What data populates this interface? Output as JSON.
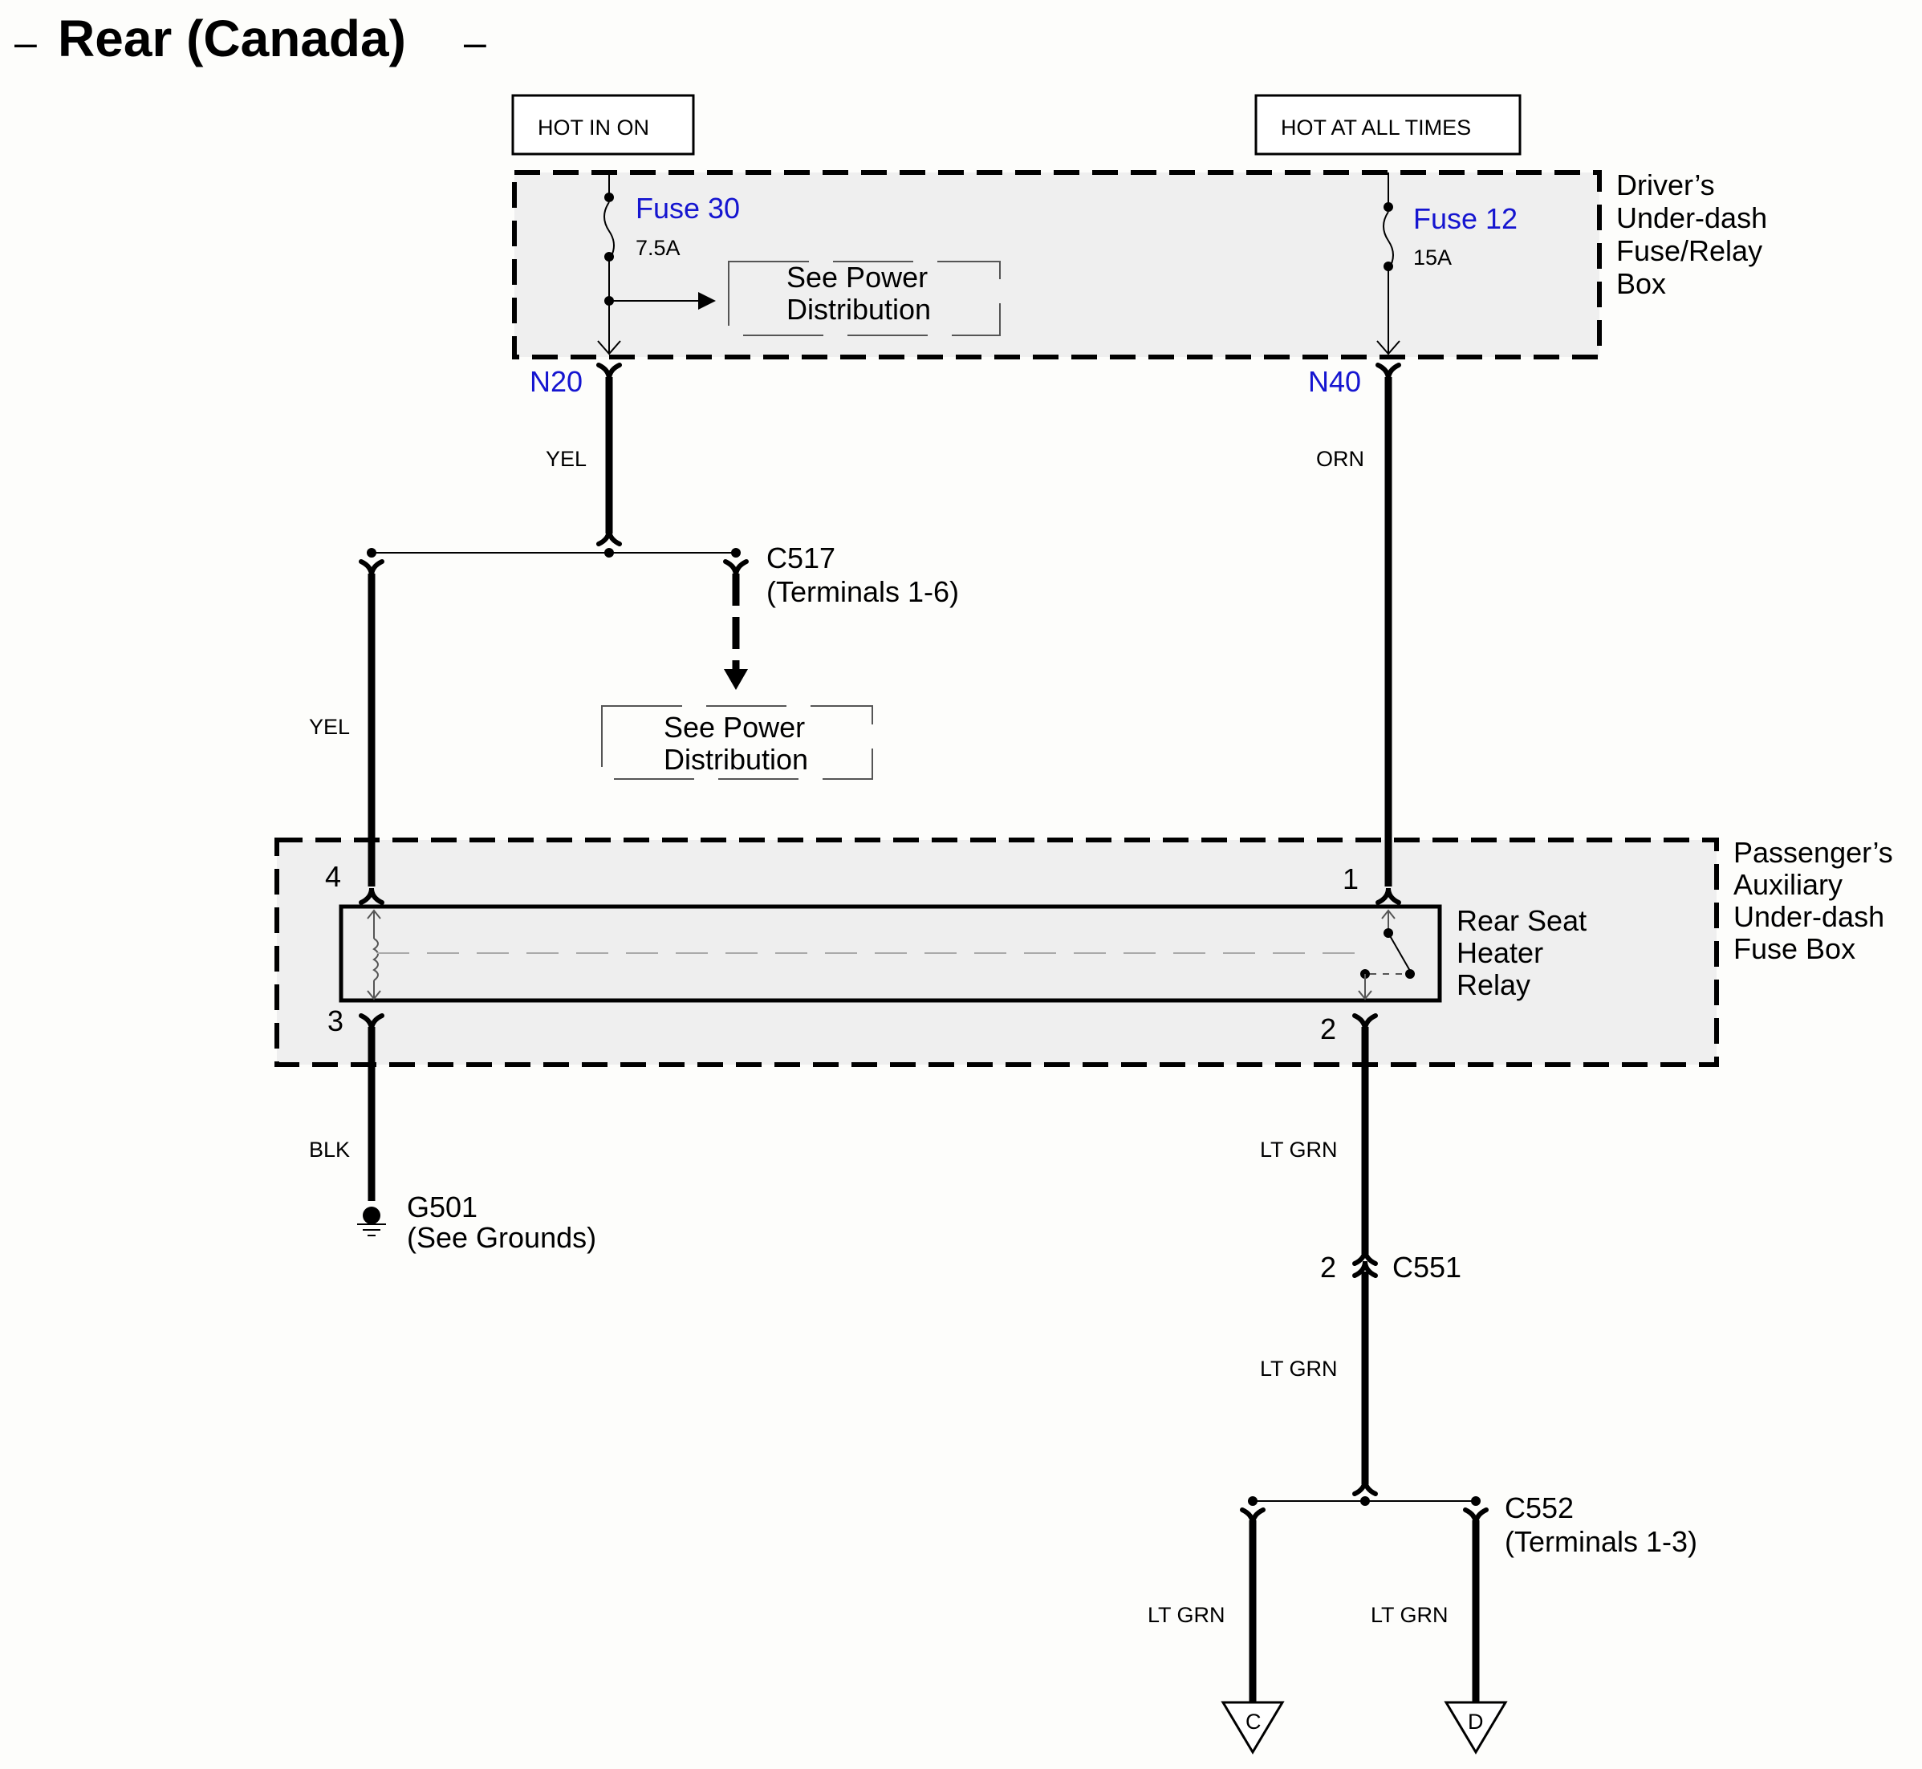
{
  "title": "Rear (Canada)",
  "title_dash_left": "–",
  "title_dash_right": "–",
  "power_sources": {
    "left": "HOT IN ON",
    "right": "HOT AT ALL TIMES"
  },
  "driver_box": {
    "label_lines": [
      "Driver’s",
      "Under-dash",
      "Fuse/Relay",
      "Box"
    ],
    "fuse_left": {
      "name": "Fuse 30",
      "rating": "7.5A"
    },
    "fuse_right": {
      "name": "Fuse 12",
      "rating": "15A"
    },
    "see_power_lines": [
      "See Power",
      "Distribution"
    ],
    "terminal_left": "N20",
    "terminal_right": "N40"
  },
  "wires": {
    "n20_color": "YEL",
    "n40_color": "ORN",
    "left_branch_color": "YEL",
    "ground_color": "BLK",
    "relay_out_color": "LT GRN",
    "c551_out_color": "LT GRN",
    "c552_left_color": "LT GRN",
    "c552_right_color": "LT GRN"
  },
  "c517": {
    "name": "C517",
    "terminals": "(Terminals 1-6)",
    "see_power_lines": [
      "See Power",
      "Distribution"
    ]
  },
  "passenger_box": {
    "label_lines": [
      "Passenger’s",
      "Auxiliary",
      "Under-dash",
      "Fuse Box"
    ],
    "relay_label_lines": [
      "Rear Seat",
      "Heater",
      "Relay"
    ],
    "pins": {
      "p4": "4",
      "p3": "3",
      "p1": "1",
      "p2": "2"
    }
  },
  "ground": {
    "name": "G501",
    "note": "(See Grounds)"
  },
  "c551": {
    "name": "C551",
    "pin": "2"
  },
  "c552": {
    "name": "C552",
    "terminals": "(Terminals 1-3)"
  },
  "continuations": {
    "left": "C",
    "right": "D"
  },
  "colors": {
    "terminal_label": "#1515d0",
    "box_fill": "#efefef"
  }
}
